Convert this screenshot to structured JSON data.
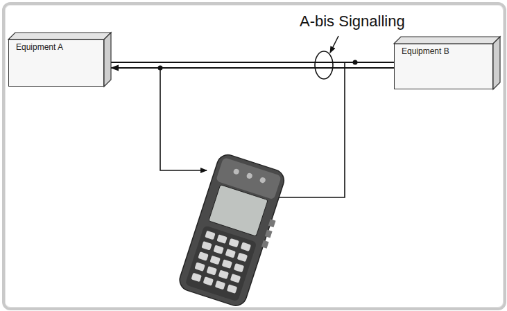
{
  "diagram": {
    "nodes": [
      {
        "text": [
          "Equipment A"
        ]
      },
      {
        "text": [
          "Equipment B"
        ]
      }
    ],
    "edges": [
      {
        "from": 0,
        "to": 1,
        "arrow": "none"
      },
      {
        "from": 1,
        "to": 0,
        "arrow": "to"
      }
    ],
    "labels": [
      "A-bis Signalling"
    ]
  }
}
